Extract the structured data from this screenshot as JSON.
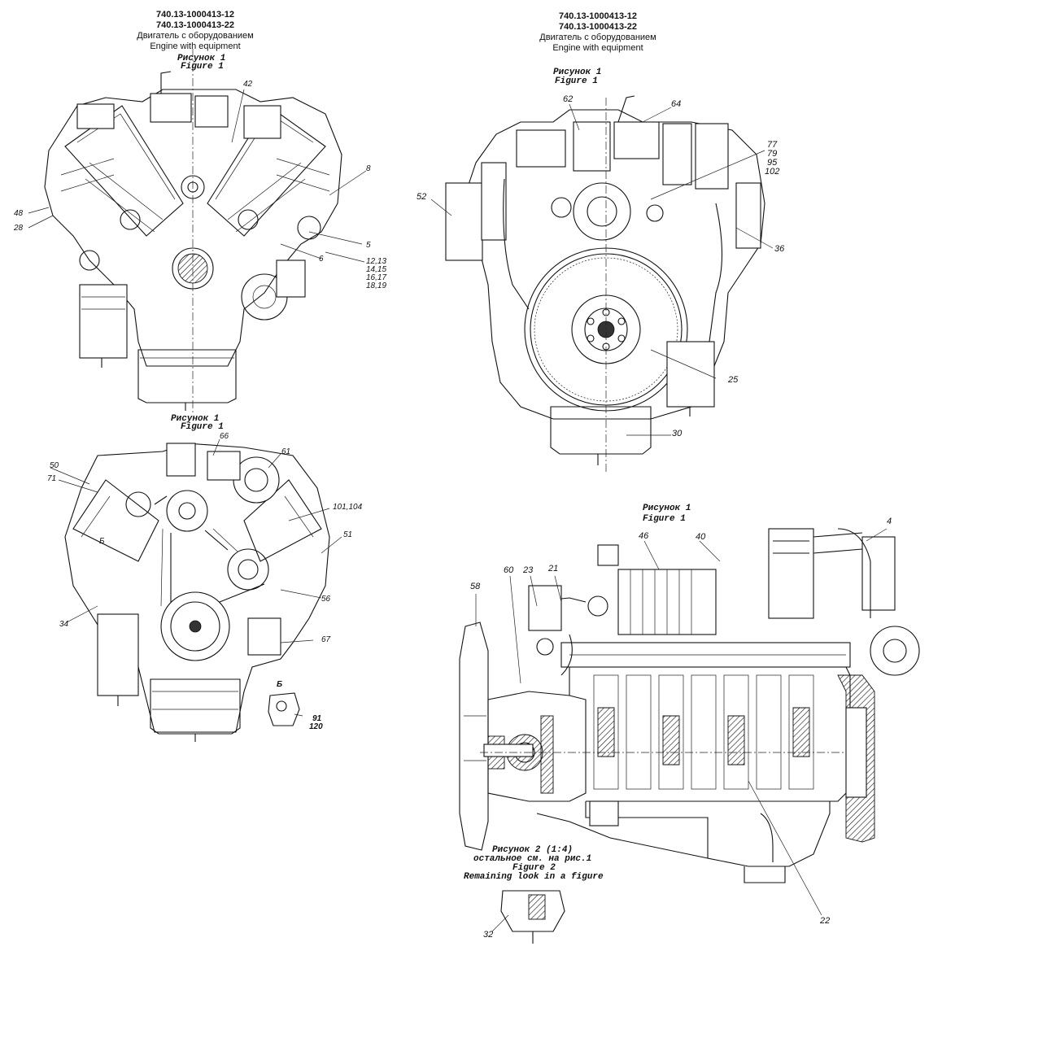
{
  "titles": {
    "left": {
      "code1": "740.13-1000413-12",
      "code2": "740.13-1000413-22",
      "ru": "Двигатель с оборудованием",
      "en": "Engine with equipment"
    },
    "right": {
      "code1": "740.13-1000413-12",
      "code2": "740.13-1000413-22",
      "ru": "Двигатель с оборудованием",
      "en": "Engine with equipment"
    }
  },
  "figure_captions": {
    "f1_topleft": {
      "ru": "Рисунок 1",
      "en": "Figure 1"
    },
    "f1_topright": {
      "ru": "Рисунок 1",
      "en": "Figure 1"
    },
    "f1_bottomleft": {
      "ru": "Рисунок 1",
      "en": "Figure 1"
    },
    "f1_bottomright": {
      "ru": "Рисунок 1",
      "en": "Figure 1"
    },
    "f2": {
      "ru1": "Рисунок 2 (1:4)",
      "ru2": "остальное см. на рис.1",
      "en1": "Figure 2",
      "en2": "Remaining look in a figure"
    }
  },
  "view_letters": {
    "b1": "Б",
    "b2": "Б"
  },
  "callouts": {
    "c42": "42",
    "c8": "8",
    "c48": "48",
    "c28": "28",
    "c5": "5",
    "c6": "6",
    "c12_13": "12,13",
    "c14_15": "14,15",
    "c16_17": "16,17",
    "c18_19": "18,19",
    "c62": "62",
    "c64": "64",
    "c77": "77",
    "c79": "79",
    "c95": "95",
    "c102": "102",
    "c52": "52",
    "c36": "36",
    "c25": "25",
    "c30": "30",
    "c66": "66",
    "c61": "61",
    "c50": "50",
    "c71": "71",
    "c101_104": "101,104",
    "c51": "51",
    "c56": "56",
    "c34": "34",
    "c67": "67",
    "c91": "91",
    "c120": "120",
    "c4": "4",
    "c46": "46",
    "c40": "40",
    "c60": "60",
    "c23": "23",
    "c21": "21",
    "c58": "58",
    "c32": "32",
    "c22": "22"
  },
  "colors": {
    "ink": "#111111",
    "paper": "#ffffff"
  }
}
